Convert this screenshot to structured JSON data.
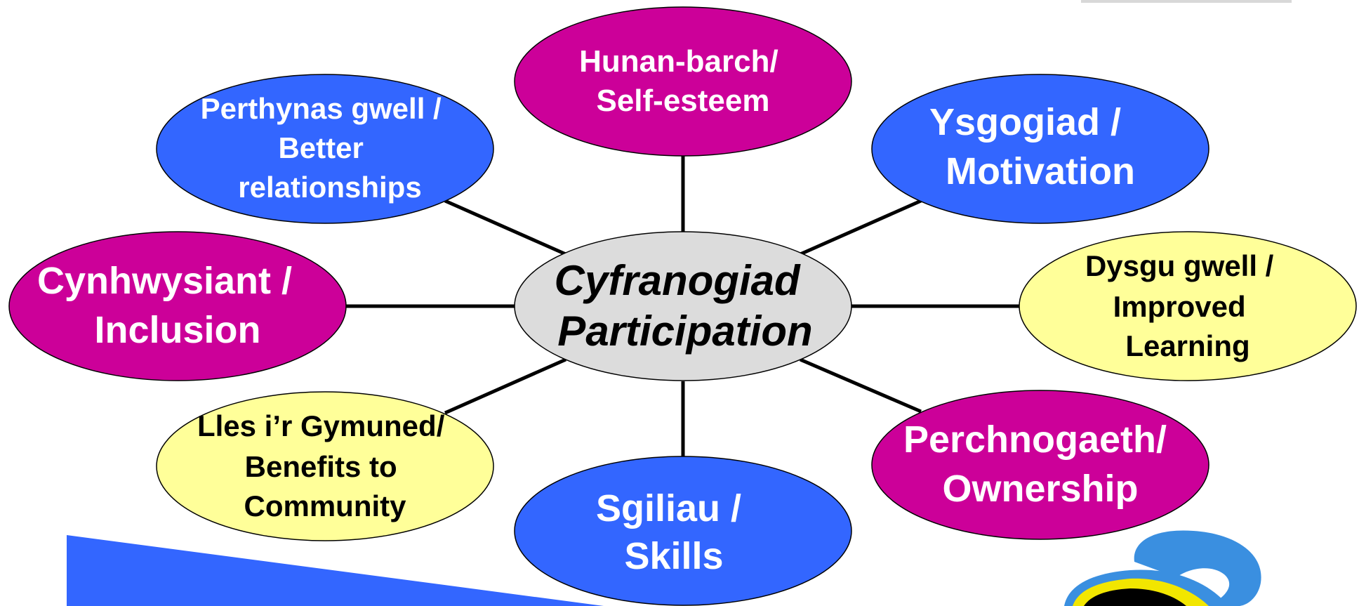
{
  "colors": {
    "magenta": "#CC0099",
    "blue": "#3366FF",
    "yellow": "#FFFF99",
    "center_gray": "#DCDCDC",
    "banner_blue": "#3366FF",
    "logo_yellow": "#F2E600",
    "logo_blue": "#3A8FE0"
  },
  "center": {
    "line1": "Cyfranogiad",
    "line2": "Participation"
  },
  "nodes": [
    {
      "id": "self-esteem",
      "lines": [
        "Hunan-barch/",
        "Self-esteem"
      ],
      "fill": "magenta",
      "text": "white"
    },
    {
      "id": "motivation",
      "lines": [
        "Ysgogiad /",
        "Motivation"
      ],
      "fill": "blue",
      "text": "white"
    },
    {
      "id": "improved-learning",
      "lines": [
        "Dysgu gwell /",
        "Improved",
        "Learning"
      ],
      "fill": "yellow",
      "text": "black"
    },
    {
      "id": "ownership",
      "lines": [
        "Perchnogaeth/",
        "Ownership"
      ],
      "fill": "magenta",
      "text": "white"
    },
    {
      "id": "skills",
      "lines": [
        "Sgiliau /",
        "Skills"
      ],
      "fill": "blue",
      "text": "white"
    },
    {
      "id": "benefits-community",
      "lines": [
        "Lles i’r Gymuned/",
        "Benefits to",
        "Community"
      ],
      "fill": "yellow",
      "text": "black"
    },
    {
      "id": "inclusion",
      "lines": [
        "Cynhwysiant /",
        "Inclusion"
      ],
      "fill": "magenta",
      "text": "white"
    },
    {
      "id": "better-relationships",
      "lines": [
        "Perthynas gwell /",
        "Better",
        "relationships"
      ],
      "fill": "blue",
      "text": "white"
    }
  ]
}
